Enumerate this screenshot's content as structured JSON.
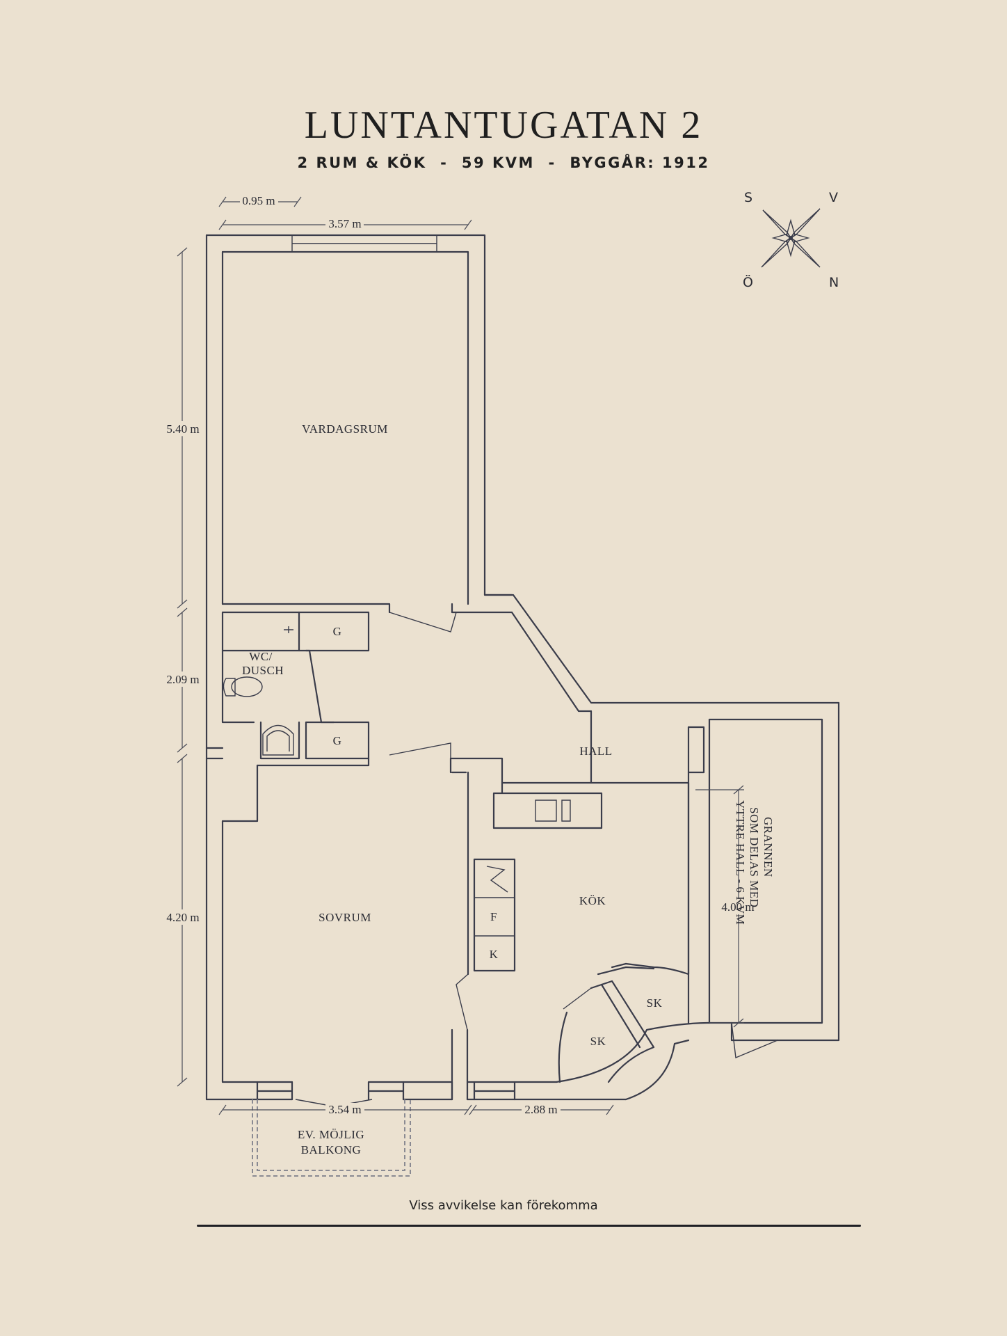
{
  "title": "LUNTANTUGATAN 2",
  "subtitle": "2 RUM & KÖK  -  59 KVM  -  BYGGÅR: 1912",
  "rooms": {
    "vardagsrum": "VARDAGSRUM",
    "wc": "WC/",
    "dusch": "DUSCH",
    "g1": "G",
    "g2": "G",
    "hall": "HALL",
    "sovrum": "SOVRUM",
    "kok": "KÖK",
    "f": "F",
    "k": "K",
    "sk1": "SK",
    "sk2": "SK",
    "balkong1": "EV. MÖJLIG",
    "balkong2": "BALKONG",
    "ytterhall1": "YTTRE HALL - 6 KVM",
    "ytterhall2": "SOM DELAS MED",
    "ytterhall3": "GRANNEN"
  },
  "dimensions": {
    "d_top_small": "0.95 m",
    "d_top": "3.57 m",
    "d_left1": "5.40 m",
    "d_left2": "2.09 m",
    "d_left3": "4.20 m",
    "d_bottom1": "3.54 m",
    "d_bottom2": "2.88 m",
    "d_right": "4.00 m"
  },
  "compass": {
    "s": "S",
    "v": "V",
    "o": "Ö",
    "n": "N"
  },
  "note": "Viss avvikelse kan förekomma"
}
